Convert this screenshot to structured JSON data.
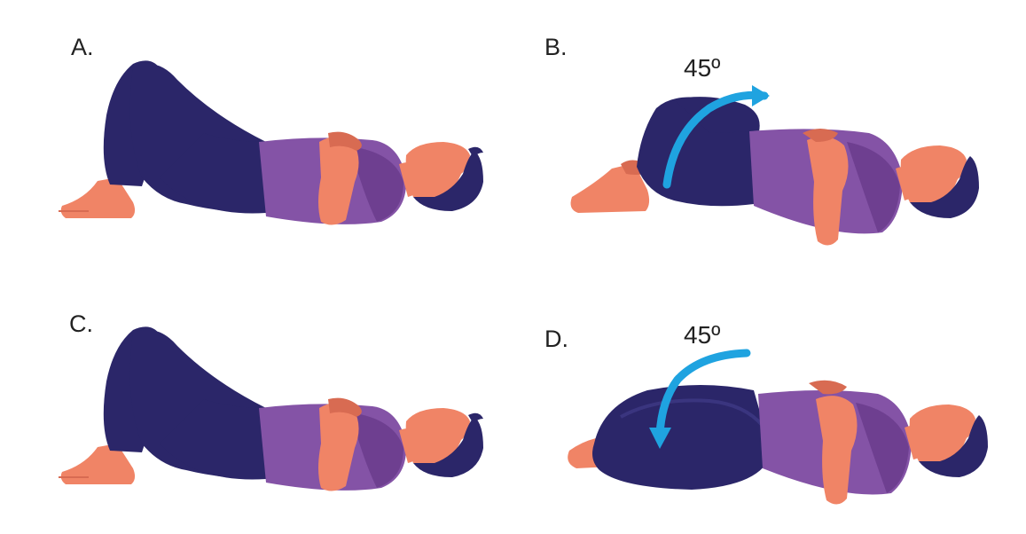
{
  "panels": [
    {
      "label": "A.",
      "pose": "knees-bent-neutral",
      "angle": ""
    },
    {
      "label": "B.",
      "pose": "knees-rotated-right",
      "angle": "45º",
      "arrow_direction": "right"
    },
    {
      "label": "C.",
      "pose": "knees-bent-neutral",
      "angle": ""
    },
    {
      "label": "D.",
      "pose": "knees-rotated-left",
      "angle": "45º",
      "arrow_direction": "down-left"
    }
  ],
  "colors": {
    "pants": "#2b2669",
    "shirt": "#8453a6",
    "shirt_shadow": "#6e3f90",
    "skin": "#f08466",
    "skin_shadow": "#d86b52",
    "hair": "#2b2669",
    "arrow": "#1fa3e0",
    "background": "#ffffff"
  }
}
